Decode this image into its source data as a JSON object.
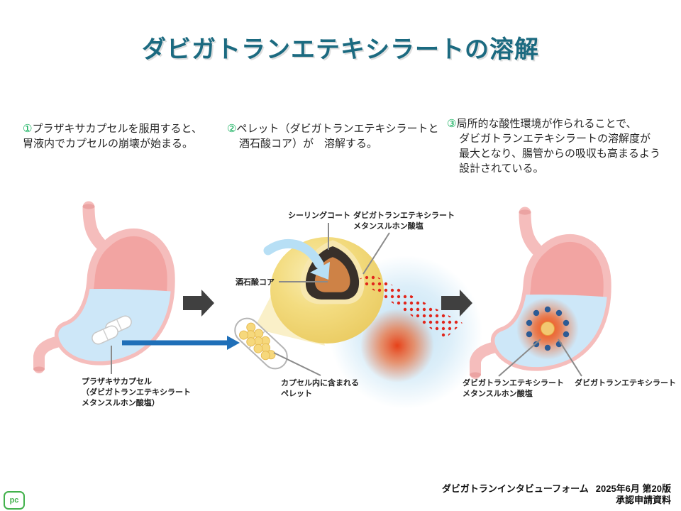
{
  "title": "ダビガトランエテキシラートの溶解",
  "steps": [
    {
      "num": "①",
      "text": "プラザキサカプセルを服用すると、\n胃液内でカプセルの崩壊が始まる。"
    },
    {
      "num": "②",
      "text": "ペレット（ダビガトランエテキシラートと\n酒石酸コア）が　溶解する。"
    },
    {
      "num": "③",
      "text": "局所的な酸性環境が作られることで、\nダビガトランエテキシラートの溶解度が\n最大となり、腸管からの吸収も高まるよう\n設計されている。"
    }
  ],
  "labels": {
    "sealing_coat": "シーリングコート",
    "pellet_coating": "ダビガトランエテキシラート\nメタンスルホン酸塩",
    "tartaric_core": "酒石酸コア",
    "capsule": "プラザキサカプセル\n（ダビガトランエテキシラート\nメタンスルホン酸塩）",
    "pellets_in_capsule": "カプセル内に含まれる\nペレット",
    "dissolved_mesilate": "ダビガトランエテキシラート\nメタンスルホン酸塩",
    "dissolved_etexilate": "ダビガトランエテキシラート"
  },
  "footer": {
    "source": "ダビガトランインタビューフォーム",
    "edition": "2025年6月 第20版",
    "note": "承認申請資料",
    "logo": "pc"
  },
  "colors": {
    "title": "#1b6a80",
    "step_number": "#00a94f",
    "arrow_blue": "#1f6fb8",
    "arrow_dark": "#404040",
    "stomach_wall": "#f5bdbc",
    "stomach_interior": "#f2a4a2",
    "gastric_fluid": "#cde7f8",
    "pellet_yellow": "#f1d877",
    "coating_dark": "#38302a",
    "core_orange": "#ce8246",
    "drug_red": "#e1251b",
    "dot_navy": "#2d5b94",
    "logo_green": "#42b14b"
  }
}
